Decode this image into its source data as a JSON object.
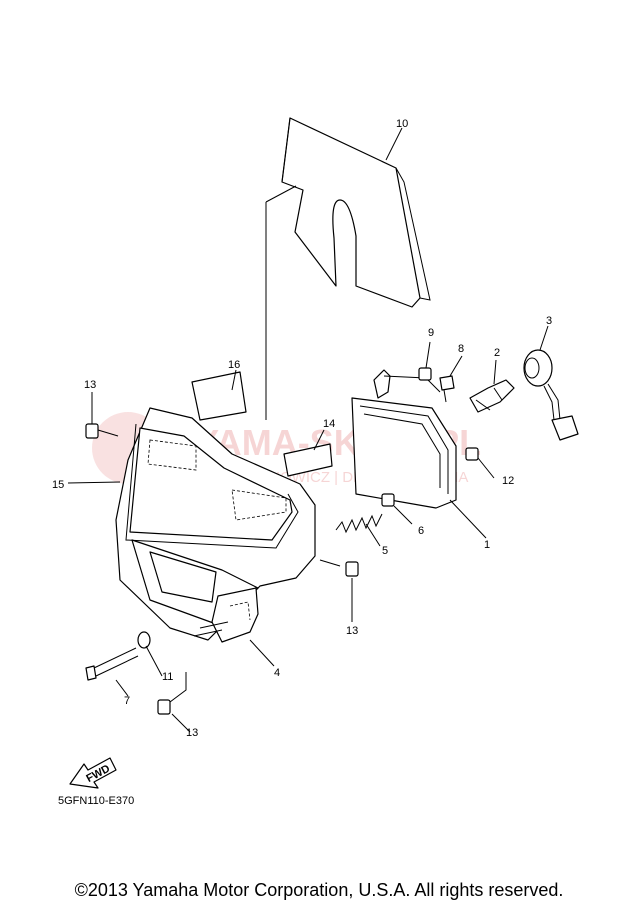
{
  "diagram_code": "5GFN110-E370",
  "copyright": "©2013 Yamaha Motor Corporation, U.S.A. All rights reserved.",
  "fwd_label": "FWD",
  "watermark": {
    "main": "YAMA-SKLEP.PL",
    "sub": "WOJCIECHOWICZ | DEALER YAMAHA"
  },
  "callouts": {
    "c1": "1",
    "c2": "2",
    "c3": "3",
    "c4": "4",
    "c5": "5",
    "c6": "6",
    "c7": "7",
    "c8": "8",
    "c9": "9",
    "c10": "10",
    "c11": "11",
    "c12": "12",
    "c13a": "13",
    "c13b": "13",
    "c13c": "13",
    "c14": "14",
    "c15": "15",
    "c16": "16"
  }
}
